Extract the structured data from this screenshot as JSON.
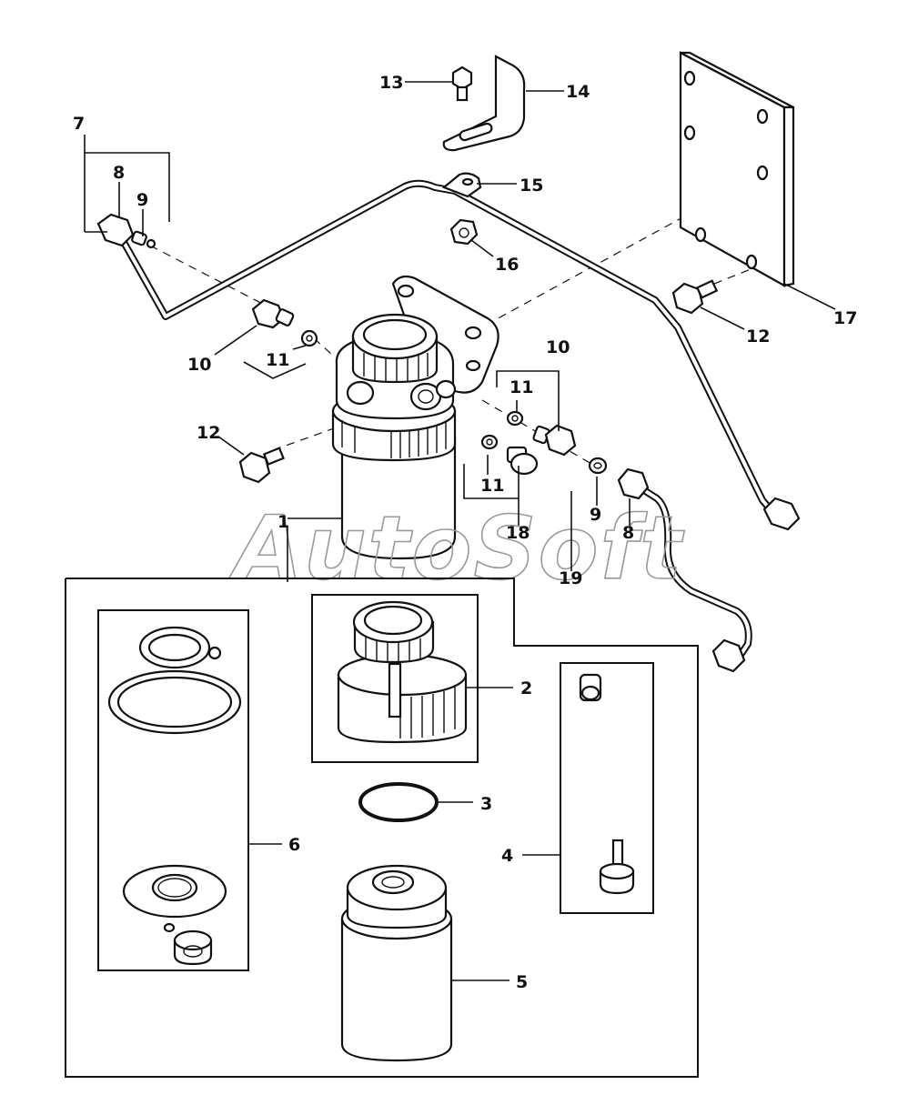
{
  "watermark": "AutoSoft",
  "callouts": {
    "c1": "1",
    "c2": "2",
    "c3": "3",
    "c4": "4",
    "c5": "5",
    "c6": "6",
    "c7": "7",
    "c8a": "8",
    "c8b": "8",
    "c9a": "9",
    "c9b": "9",
    "c10a": "10",
    "c10b": "10",
    "c11a": "11",
    "c11b": "11",
    "c11c": "11",
    "c12a": "12",
    "c12b": "12",
    "c13": "13",
    "c14": "14",
    "c15": "15",
    "c16": "16",
    "c17": "17",
    "c18": "18",
    "c19": "19"
  }
}
